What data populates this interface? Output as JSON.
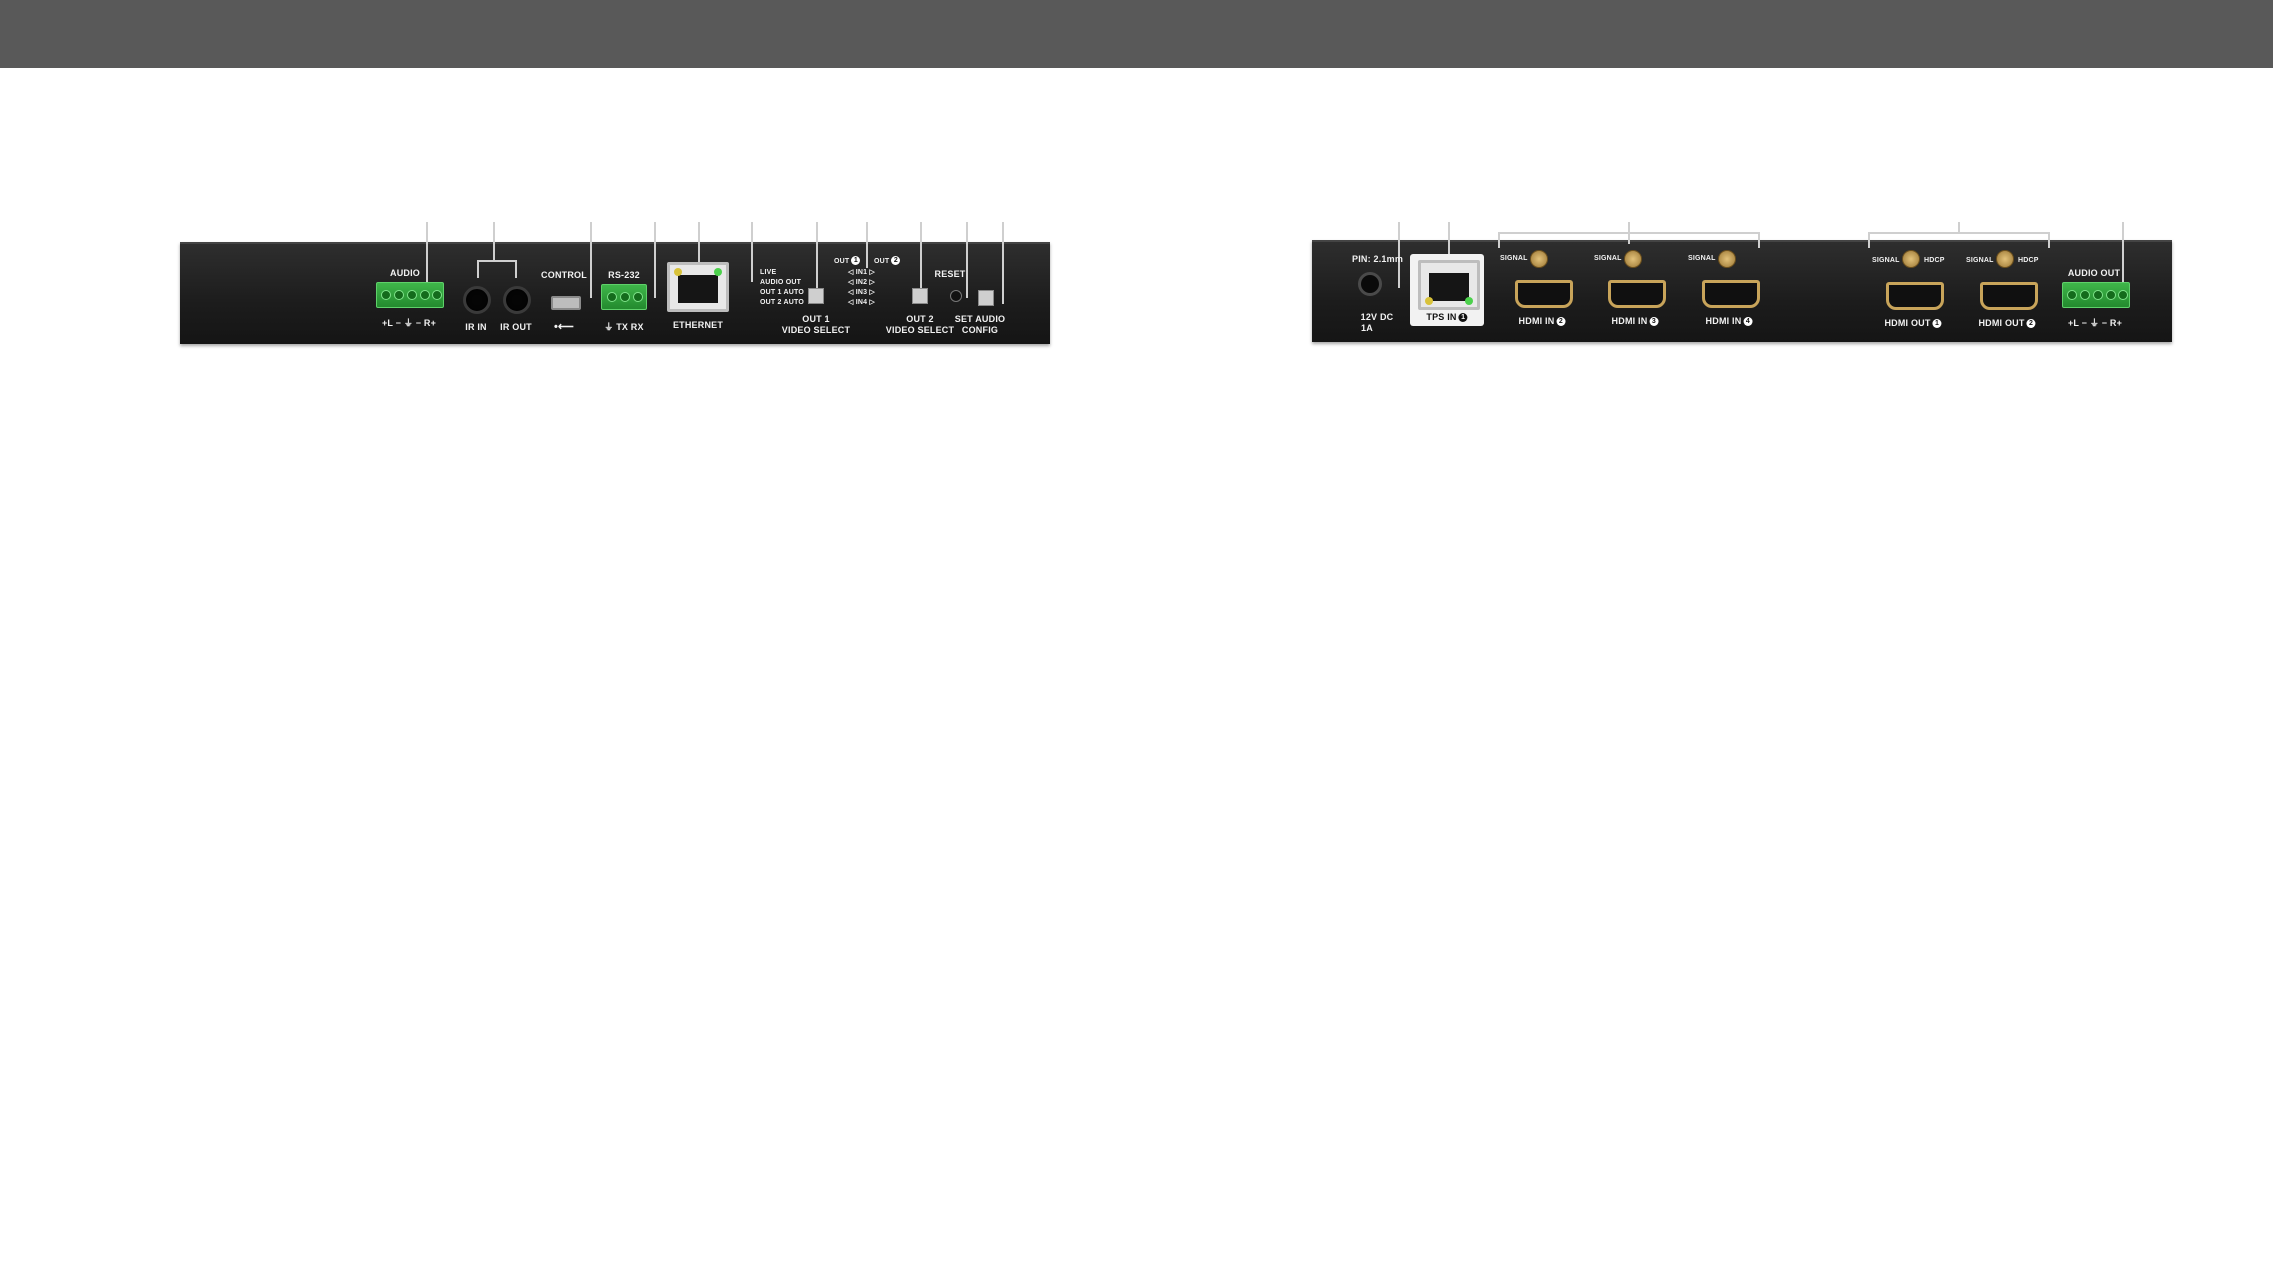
{
  "front_panel": {
    "audio_label": "AUDIO",
    "audio_pins": "+L − ⏚ − R+",
    "ir_in": "IR IN",
    "ir_out": "IR OUT",
    "control_label": "CONTROL",
    "usb_symbol": "•⟵",
    "rs232_label": "RS-232",
    "rs232_pins": "⏚ TX RX",
    "ethernet_label": "ETHERNET",
    "status_leds": [
      "LIVE",
      "AUDIO OUT",
      "OUT 1 AUTO",
      "OUT 2 AUTO"
    ],
    "out1_select_label": "OUT 1",
    "out1_select_sub": "VIDEO SELECT",
    "matrix_header_out1": "OUT",
    "matrix_header_out2": "OUT",
    "matrix_header_out1_num": "1",
    "matrix_header_out2_num": "2",
    "matrix_inputs": [
      "◁ IN1 ▷",
      "◁ IN2 ▷",
      "◁ IN3 ▷",
      "◁ IN4 ▷"
    ],
    "out2_select_label": "OUT 2",
    "out2_select_sub": "VIDEO SELECT",
    "reset_label": "RESET",
    "set_audio_label": "SET AUDIO",
    "set_audio_sub": "CONFIG"
  },
  "rear_panel": {
    "pin_label": "PIN: 2.1mm",
    "dc_label_1": "12V DC",
    "dc_label_2": "1A",
    "tps_label": "TPS IN",
    "tps_num": "1",
    "signal_label": "SIGNAL",
    "hdcp_label": "HDCP",
    "hdmi_inputs": [
      {
        "label": "HDMI IN",
        "num": "2"
      },
      {
        "label": "HDMI IN",
        "num": "3"
      },
      {
        "label": "HDMI IN",
        "num": "4"
      }
    ],
    "hdmi_outputs": [
      {
        "label": "HDMI OUT",
        "num": "1"
      },
      {
        "label": "HDMI OUT",
        "num": "2"
      }
    ],
    "audio_out_label": "AUDIO OUT",
    "audio_out_pins": "+L − ⏚ − R+"
  },
  "colors": {
    "header_bar": "#595959",
    "panel": "#1f1f1f",
    "terminal_green": "#3fb64a",
    "hdmi_gold": "#c8a45a",
    "led_green": "#4cd14c",
    "led_yellow": "#d8c23a"
  }
}
